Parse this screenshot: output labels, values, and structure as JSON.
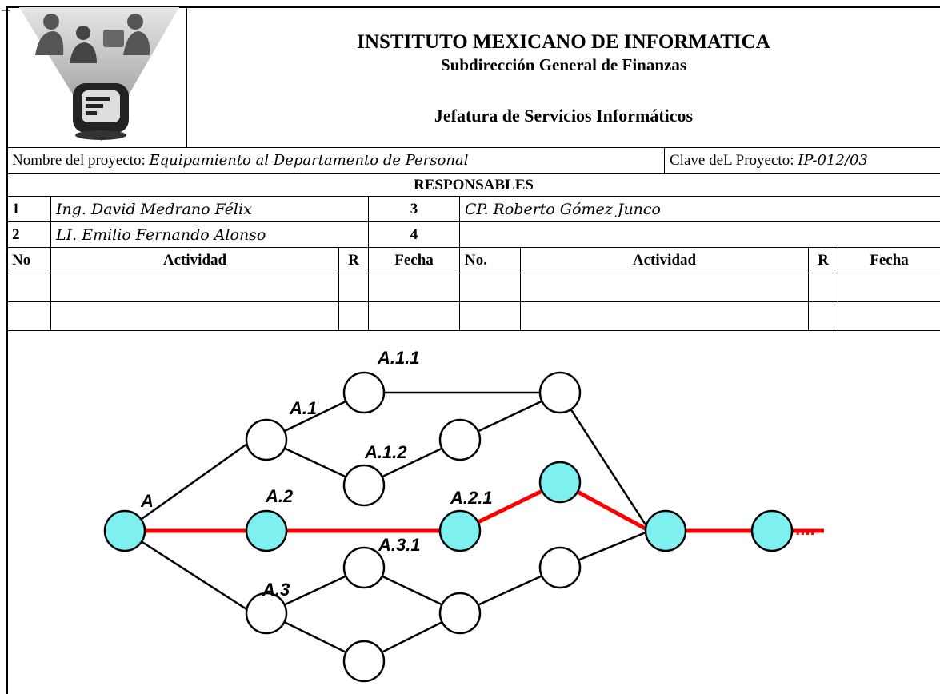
{
  "header": {
    "institution": "INSTITUTO MEXICANO DE INFORMATICA",
    "subdirection": "Subdirección General de Finanzas",
    "department": "Jefatura de Servicios Informáticos",
    "logo_icon": "people-computer-logo"
  },
  "project": {
    "name_label": "Nombre del proyecto:",
    "name_value": "Equipamiento al Departamento de Personal",
    "key_label": "Clave deL Proyecto:",
    "key_value": "IP-012/03"
  },
  "responsables": {
    "title": "RESPONSABLES",
    "items": [
      {
        "num": "1",
        "name": "Ing. David Medrano Félix"
      },
      {
        "num": "2",
        "name": "LI. Emilio Fernando Alonso"
      },
      {
        "num": "3",
        "name": "CP. Roberto Gómez Junco"
      },
      {
        "num": "4",
        "name": ""
      }
    ]
  },
  "activities_table": {
    "headers": [
      "No",
      "Actividad",
      "R",
      "Fecha",
      "No.",
      "Actividad",
      "R",
      "Fecha"
    ],
    "rows": [
      [
        "",
        "",
        "",
        "",
        "",
        "",
        "",
        ""
      ],
      [
        "",
        "",
        "",
        "",
        "",
        "",
        "",
        ""
      ]
    ]
  },
  "network": {
    "labels": [
      "A",
      "A.1",
      "A.1.1",
      "A.1.2",
      "A.2",
      "A.2.1",
      "A.3",
      "A.3.1"
    ],
    "continuation": "....",
    "colors": {
      "critical_path": "#ff0000",
      "critical_node": "#7ff0f0",
      "normal_node": "#ffffff",
      "edge": "#000000"
    }
  }
}
